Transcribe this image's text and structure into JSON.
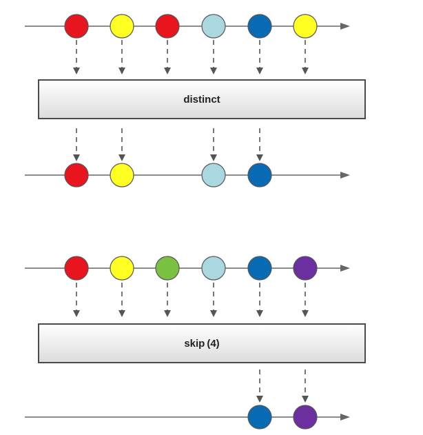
{
  "colors": {
    "line": "#666666",
    "arrow": "#555555",
    "box_border": "#4a4a4a",
    "box_fill_top": "#ffffff",
    "box_fill_bottom": "#dcdcdc",
    "marble_stroke": "#555555",
    "red": "#e8141e",
    "yellow": "#ffff22",
    "green": "#7ac142",
    "lightblue": "#a9d8e0",
    "blue": "#0a6bb5",
    "purple": "#6b2fa0"
  },
  "diagrams": [
    {
      "operator_label": "distinct",
      "input": [
        {
          "color": "red",
          "name": "red"
        },
        {
          "color": "yellow",
          "name": "yellow"
        },
        {
          "color": "red",
          "name": "red"
        },
        {
          "color": "lightblue",
          "name": "light-blue"
        },
        {
          "color": "blue",
          "name": "blue"
        },
        {
          "color": "yellow",
          "name": "yellow"
        }
      ],
      "output_slots": [
        0,
        1,
        3,
        4
      ]
    },
    {
      "operator_label": "skip (4)",
      "input": [
        {
          "color": "red",
          "name": "red"
        },
        {
          "color": "yellow",
          "name": "yellow"
        },
        {
          "color": "green",
          "name": "green"
        },
        {
          "color": "lightblue",
          "name": "light-blue"
        },
        {
          "color": "blue",
          "name": "blue"
        },
        {
          "color": "purple",
          "name": "purple"
        }
      ],
      "output_slots": [
        4,
        5
      ]
    }
  ]
}
